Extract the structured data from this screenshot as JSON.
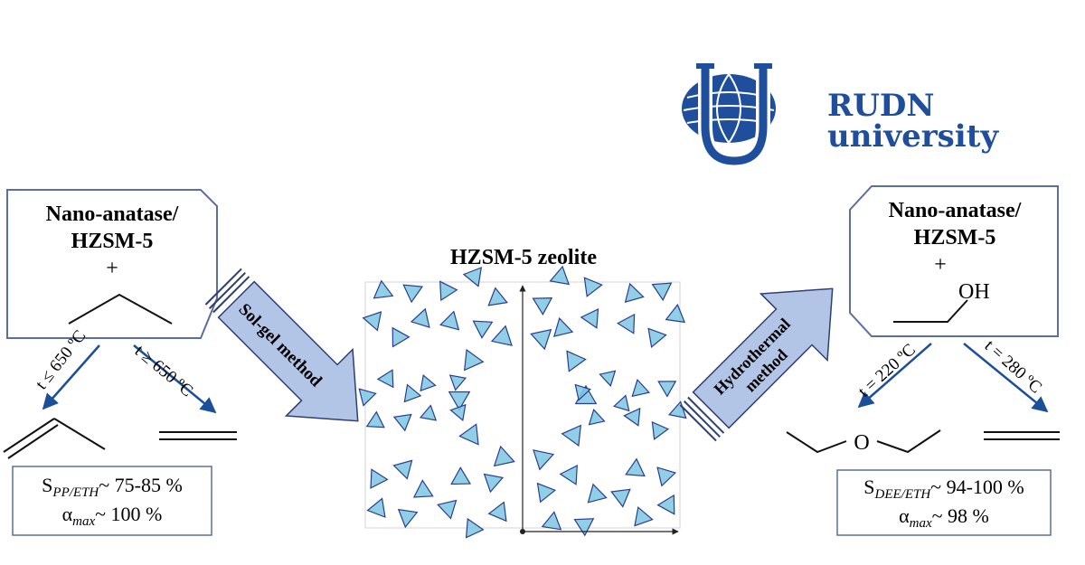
{
  "logo": {
    "line1": "RUDN",
    "line2": "university",
    "color": "#1f4e9c"
  },
  "center": {
    "title": "HZSM-5 zeolite"
  },
  "left": {
    "catalyst_line1": "Nano-anatase/",
    "catalyst_line2": "HZSM-5",
    "plus": "+",
    "arrow_label": "Sol-gel method",
    "branch_left_label": "t ≤ 650 ºC",
    "branch_right_label": "t ≥ 650 ºC",
    "result_s_symbol": "S",
    "result_s_sub": "PP/ETH",
    "result_s_value": "~ 75-85 %",
    "result_alpha_symbol": "α",
    "result_alpha_sub": "max",
    "result_alpha_value": "~ 100 %"
  },
  "right": {
    "catalyst_line1": "Nano-anatase/",
    "catalyst_line2": "HZSM-5",
    "plus": "+",
    "oh_label": "OH",
    "arrow_label_line1": "Hydrothermal",
    "arrow_label_line2": "method",
    "branch_left_label": "t = 220 ºC",
    "branch_right_label": "t = 280 ºC",
    "ether_o": "O",
    "result_s_symbol": "S",
    "result_s_sub": "DEE/ETH",
    "result_s_value": "~ 94-100 %",
    "result_alpha_symbol": "α",
    "result_alpha_sub": "max",
    "result_alpha_value": "~ 98 %"
  },
  "colors": {
    "box_border": "#5a6f9f",
    "arrow_fill": "#b3c5e6",
    "arrow_stroke": "#2e3f73",
    "reaction_arrow": "#1b4f9a",
    "zeolite_fill": "#7cc7e0",
    "zeolite_edge": "#2a3d8f"
  }
}
